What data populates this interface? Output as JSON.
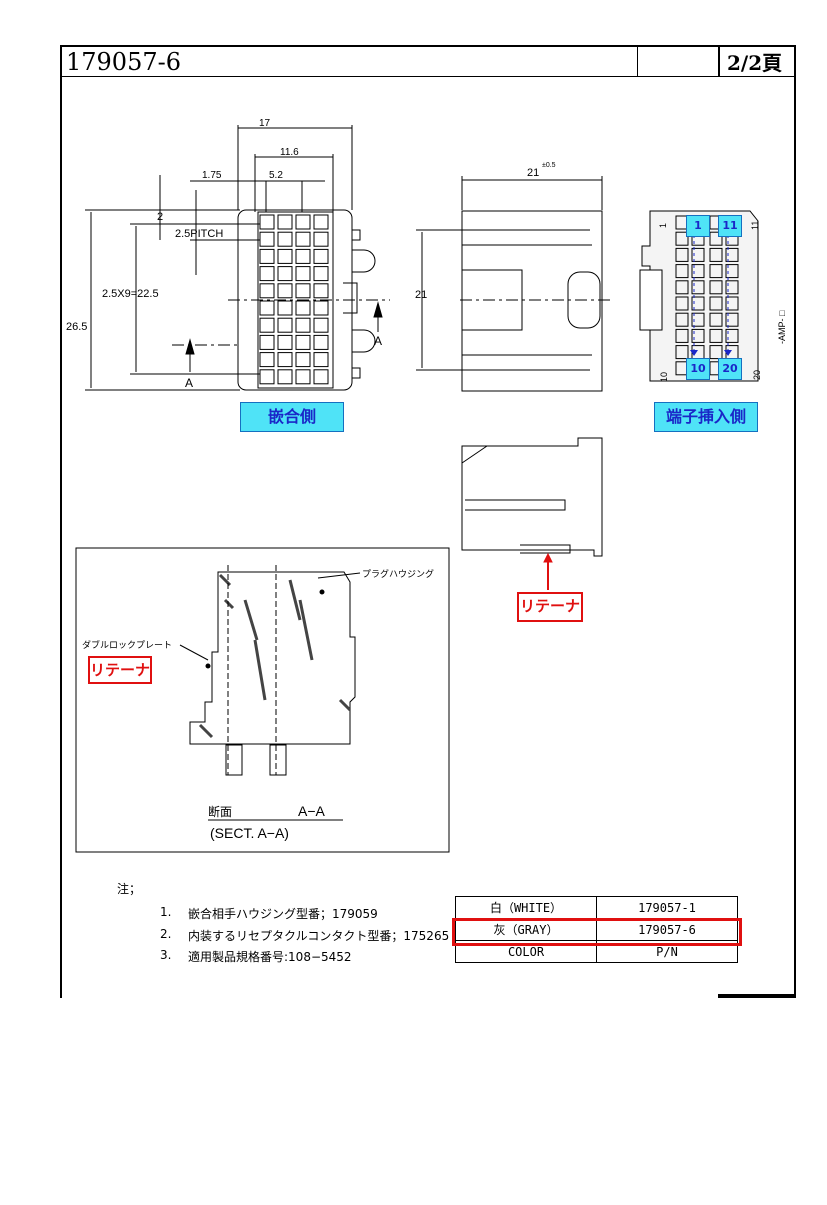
{
  "header": {
    "title": "179057-6",
    "page": "2/2頁"
  },
  "front_view": {
    "dims": {
      "overall_width": "17",
      "inner_width": "11.6",
      "offset": "1.75",
      "col_pitch": "5.2",
      "top_offset": "2",
      "pitch": "2.5PITCH",
      "span": "2.5X9=22.5",
      "height": "26.5"
    },
    "section_marks": [
      "A",
      "A"
    ],
    "label": "嵌合側"
  },
  "side_view": {
    "dims": {
      "height": "21",
      "length": "21",
      "tolerance": "±0.5"
    }
  },
  "rear_view": {
    "cavity_labels": [
      "1",
      "11",
      "10",
      "20"
    ],
    "edge_labels": {
      "top_left": "1",
      "top_right": "11",
      "bottom_left": "10",
      "bottom_right": "20",
      "mark": "-AMP- □"
    },
    "label": "端子挿入側"
  },
  "bottom_view": {
    "label": "リテーナ"
  },
  "section": {
    "callout_plug": "プラグハウジング",
    "callout_lock": "ダブルロックプレート",
    "callout_retainer": "リテーナ",
    "title_jp": "断面",
    "title_aa": "A−A",
    "title_en": "(SECT. A−A)"
  },
  "notes": {
    "heading": "注；",
    "items": [
      {
        "num": "1.",
        "text": "嵌合相手ハウジング型番；179059"
      },
      {
        "num": "2.",
        "text": "内装するリセプタクルコンタクト型番；175265"
      },
      {
        "num": "3.",
        "text": "適用製品規格番号:108−5452"
      }
    ]
  },
  "pn_table": {
    "rows": [
      {
        "color": "白（WHITE）",
        "pn": "179057-1"
      },
      {
        "color": "灰（GRAY）",
        "pn": "179057-6"
      },
      {
        "color": "COLOR",
        "pn": "P/N"
      }
    ],
    "highlight_color": "#e01010"
  },
  "colors": {
    "label_fill": "#4fe3f7",
    "label_text": "#1a27c8",
    "callout_red": "#e01010"
  }
}
